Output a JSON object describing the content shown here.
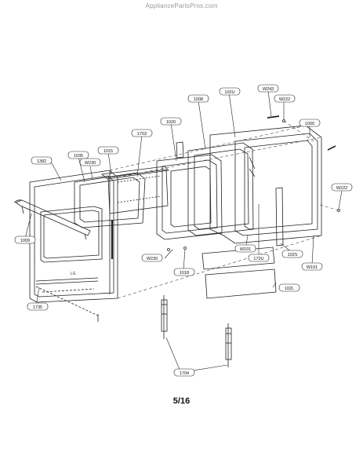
{
  "watermark": "AppliancePartsPros.com",
  "page_number": "5/16",
  "callouts": {
    "c1382": "1382",
    "c1035": "1035",
    "c1015": "1015",
    "cW230a": "W230",
    "c1703": "1703",
    "c1020": "1020",
    "c1008": "1008",
    "c102U": "102U",
    "cW243": "W243",
    "cW222a": "W222",
    "c1000": "1000",
    "cW222b": "W222",
    "c1009": "1009",
    "cW230b": "W230",
    "c1018": "1018",
    "cW101a": "W101",
    "c173U": "173U",
    "c102S": "102S",
    "cW101b": "W101",
    "c102L": "102L",
    "c1735": "1735",
    "c1704": "1704"
  },
  "door_logo": "LG"
}
